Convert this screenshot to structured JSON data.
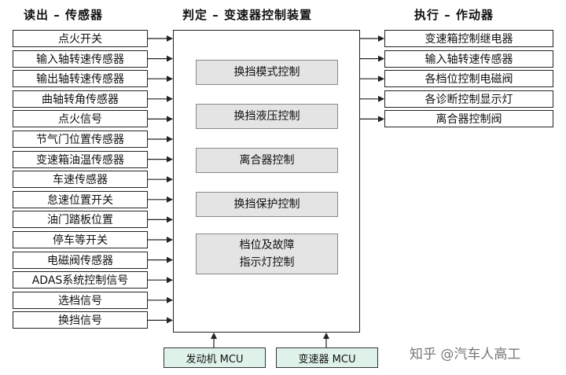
{
  "headers": {
    "left": "读出 – 传感器",
    "center": "判定 – 变速器控制装置",
    "right": "执行 – 作动器"
  },
  "inputs": [
    "点火开关",
    "输入轴转速传感器",
    "输出轴转速传感器",
    "曲轴转角传感器",
    "点火信号",
    "节气门位置传感器",
    "变速箱油温传感器",
    "车速传感器",
    "怠速位置开关",
    "油门踏板位置",
    "停车等开关",
    "电磁阀传感器",
    "ADAS系统控制信号",
    "选档信号",
    "换挡信号"
  ],
  "outputs": [
    "变速箱控制继电器",
    "输入轴转速传感器",
    "各档位控制电磁阀",
    "各诊断控制显示灯",
    "离合器控制阀"
  ],
  "controls": [
    "换挡模式控制",
    "换挡液压控制",
    "离合器控制",
    "换挡保护控制",
    "档位及故障\n指示灯控制"
  ],
  "mcus": [
    "发动机 MCU",
    "变速器 MCU"
  ],
  "watermark": "知乎 @汽车人高工",
  "colors": {
    "control_fill": "#e4e4e4",
    "mcu_fill": "#dff2ea"
  }
}
